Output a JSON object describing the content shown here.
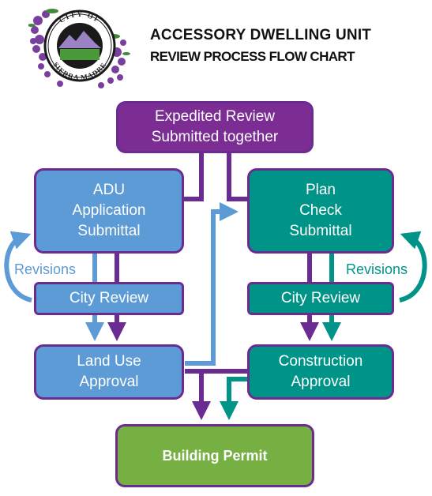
{
  "header": {
    "title": "ACCESSORY DWELLING UNIT",
    "subtitle": "REVIEW PROCESS FLOW CHART"
  },
  "logo": {
    "top_text": "CITY OF",
    "bottom_text": "SIERRA MADRE"
  },
  "nodes": {
    "expedited": "Expedited Review\nSubmitted together",
    "adu": "ADU\nApplication\nSubmittal",
    "plan": "Plan\nCheck\nSubmittal",
    "city_review_left": "City Review",
    "city_review_right": "City Review",
    "land_use": "Land Use\nApproval",
    "construction": "Construction\nApproval",
    "permit": "Building Permit"
  },
  "labels": {
    "revisions_left": "Revisions",
    "revisions_right": "Revisions"
  },
  "colors": {
    "purple": "#7b2d93",
    "blue": "#5c9bd5",
    "teal": "#009488",
    "green": "#76b043"
  }
}
